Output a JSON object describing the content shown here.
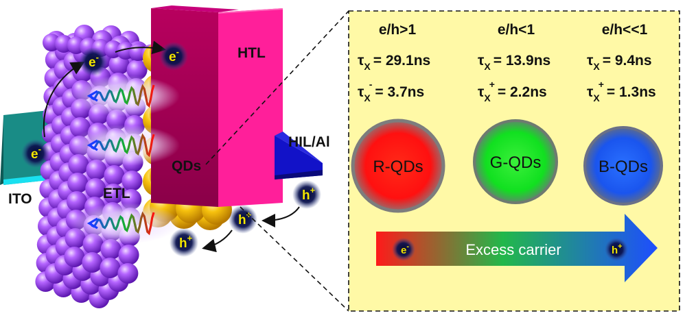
{
  "device": {
    "labels": {
      "ito": "ITO",
      "etl": "ETL",
      "qds": "QDs",
      "htl": "HTL",
      "hil": "HIL/Al"
    },
    "carriers": {
      "electron": "e",
      "electron_sign": "-",
      "hole": "h",
      "hole_sign": "+"
    }
  },
  "panel": {
    "columns": [
      {
        "ratio": "e/h>1",
        "tau_x_sym": "τ",
        "tau_x_sub": "X",
        "tau_x_value": "= 29.1ns",
        "tau_trion_sym": "τ",
        "tau_trion_sub": "X",
        "tau_trion_sup": "-",
        "tau_trion_value": "= 3.7ns",
        "dot_label": "R-QDs",
        "dot_color": "#ff1a1a"
      },
      {
        "ratio": "e/h<1",
        "tau_x_sym": "τ",
        "tau_x_sub": "X",
        "tau_x_value": "= 13.9ns",
        "tau_trion_sym": "τ",
        "tau_trion_sub": "X",
        "tau_trion_sup": "+",
        "tau_trion_value": "= 2.2ns",
        "dot_label": "G-QDs",
        "dot_color": "#17e82a"
      },
      {
        "ratio": "e/h<<1",
        "tau_x_sym": "τ",
        "tau_x_sub": "X",
        "tau_x_value": "= 9.4ns",
        "tau_trion_sym": "τ",
        "tau_trion_sub": "X",
        "tau_trion_sup": "+",
        "tau_trion_value": "= 1.3ns",
        "dot_label": "B-QDs",
        "dot_color": "#1f63ff"
      }
    ],
    "arrow": {
      "label": "Excess carrier",
      "left_carrier": "e",
      "left_sign": "-",
      "right_carrier": "h",
      "right_sign": "+"
    }
  },
  "colors": {
    "panel_background": "#fff9a6",
    "etl_sphere": "#a64dff",
    "qd_sphere": "#f3b800",
    "htl_block": "#ff1f9a",
    "ito_slab": "#188a85",
    "hil_slab": "#1212c8",
    "carrier_text": "#f3e600"
  }
}
